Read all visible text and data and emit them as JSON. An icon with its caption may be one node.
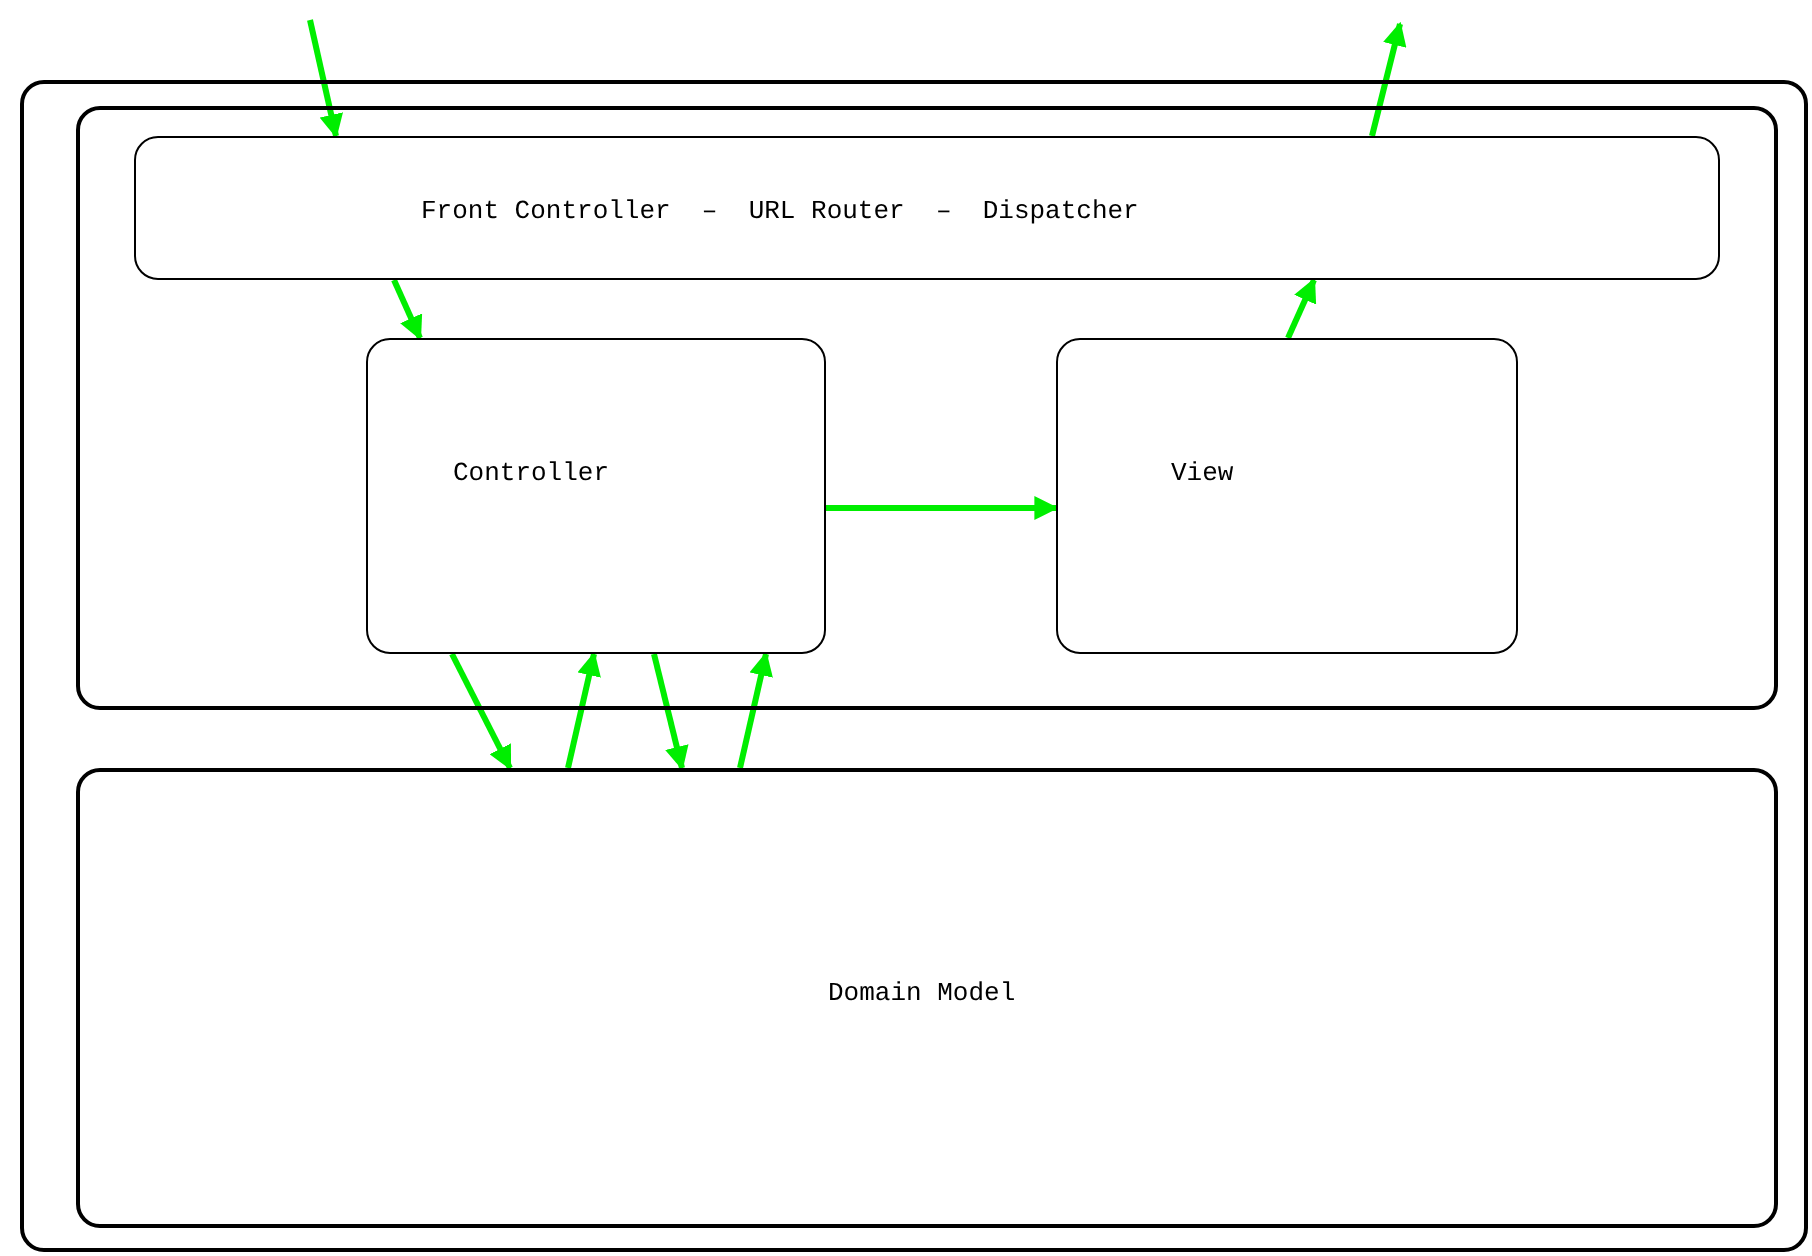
{
  "diagram": {
    "nodes": [
      {
        "text": [],
        "shape": "box"
      },
      {
        "text": [],
        "shape": "box",
        "in": 0
      },
      {
        "text": [
          "Front Controller  –  URL Router  –  Dispatcher"
        ],
        "in": 1
      },
      {
        "text": [
          "Controller"
        ],
        "in": 1
      },
      {
        "text": [
          "View"
        ],
        "in": 1
      },
      {
        "text": [
          "Domain Model"
        ],
        "in": 0
      }
    ],
    "edges": [
      {
        "from": null,
        "to": 2,
        "arrow": "to"
      },
      {
        "from": 2,
        "to": null,
        "arrow": "to"
      },
      {
        "from": 2,
        "to": 3,
        "arrow": "to"
      },
      {
        "from": 3,
        "to": 4,
        "arrow": "to"
      },
      {
        "from": 4,
        "to": 2,
        "arrow": "to"
      },
      {
        "from": 3,
        "to": 5,
        "arrow": "to"
      },
      {
        "from": 5,
        "to": 3,
        "arrow": "to"
      },
      {
        "from": 3,
        "to": 5,
        "arrow": "to"
      },
      {
        "from": 5,
        "to": 3,
        "arrow": "to"
      }
    ]
  }
}
